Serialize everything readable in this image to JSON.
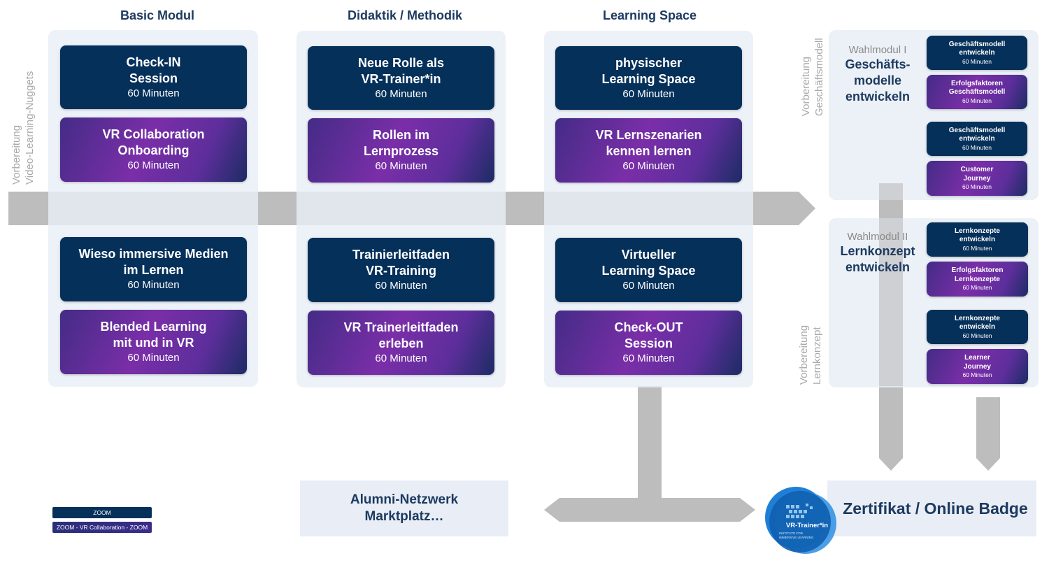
{
  "columns": [
    {
      "title": "Basic Modul",
      "top_cards": [
        {
          "title": "Check-IN\nSession",
          "duration": "60 Minuten"
        },
        {
          "title": "VR Collaboration\nOnboarding",
          "duration": "60 Minuten"
        }
      ],
      "bottom_cards": [
        {
          "title": "Wieso immersive Medien\nim Lernen",
          "duration": "60 Minuten"
        },
        {
          "title": "Blended Learning\nmit und in VR",
          "duration": "60 Minuten"
        }
      ]
    },
    {
      "title": "Didaktik / Methodik",
      "top_cards": [
        {
          "title": "Neue Rolle als\nVR-Trainer*in",
          "duration": "60 Minuten"
        },
        {
          "title": "Rollen im\nLernprozess",
          "duration": "60 Minuten"
        }
      ],
      "bottom_cards": [
        {
          "title": "Trainierleitfaden\nVR-Training",
          "duration": "60 Minuten"
        },
        {
          "title": "VR Trainerleitfaden\nerleben",
          "duration": "60 Minuten"
        }
      ]
    },
    {
      "title": "Learning Space",
      "top_cards": [
        {
          "title": "physischer\nLearning Space",
          "duration": "60 Minuten"
        },
        {
          "title": "VR Lernszenarien\nkennen lernen",
          "duration": "60 Minuten"
        }
      ],
      "bottom_cards": [
        {
          "title": "Virtueller\nLearning Space",
          "duration": "60 Minuten"
        },
        {
          "title": "Check-OUT\nSession",
          "duration": "60 Minuten"
        }
      ]
    }
  ],
  "side_labels": {
    "video_nuggets": [
      "Vorbereitung",
      "Video-Learning-Nuggets"
    ],
    "geschaeftsmodell": [
      "Vorbereitung",
      "Geschäftsmodell"
    ],
    "lernkonzept": [
      "Vorbereitung",
      "Lernkonzept"
    ]
  },
  "wahlmodul_1": {
    "kicker": "Wahlmodul I",
    "name": "Geschäfts-\nmodelle\nentwickeln",
    "cards": [
      {
        "title": "Geschäftsmodell\nentwickeln",
        "duration": "60 Minuten"
      },
      {
        "title": "Erfolgsfaktoren\nGeschäftsmodell",
        "duration": "60 Minuten"
      },
      {
        "title": "Geschäftsmodell\nentwickeln",
        "duration": "60 Minuten"
      },
      {
        "title": "Customer\nJourney",
        "duration": "60 Minuten"
      }
    ]
  },
  "wahlmodul_2": {
    "kicker": "Wahlmodul II",
    "name": "Lernkonzept\nentwickeln",
    "cards": [
      {
        "title": "Lernkonzepte\nentwickeln",
        "duration": "60 Minuten"
      },
      {
        "title": "Erfolgsfaktoren\nLernkonzepte",
        "duration": "60 Minuten"
      },
      {
        "title": "Lernkonzepte\nentwickeln",
        "duration": "60 Minuten"
      },
      {
        "title": "Learner\nJourney",
        "duration": "60 Minuten"
      }
    ]
  },
  "alumni": "Alumni-Netzwerk\nMarktplatz…",
  "zertifikat": "Zertifikat / Online Badge",
  "badge": {
    "name": "VR-Trainer*in",
    "org": "INSTITUTE FOR\nIMMERSIVE LEARNING"
  },
  "legend": {
    "zoom": "ZOOM",
    "vr": "ZOOM - VR Collaboration - ZOOM"
  },
  "colors": {
    "navy": "#05305a",
    "purple": "#7a2ea8",
    "panel": "#e9eef6",
    "arrow": "#bdbdbd",
    "title": "#1d3a60"
  }
}
